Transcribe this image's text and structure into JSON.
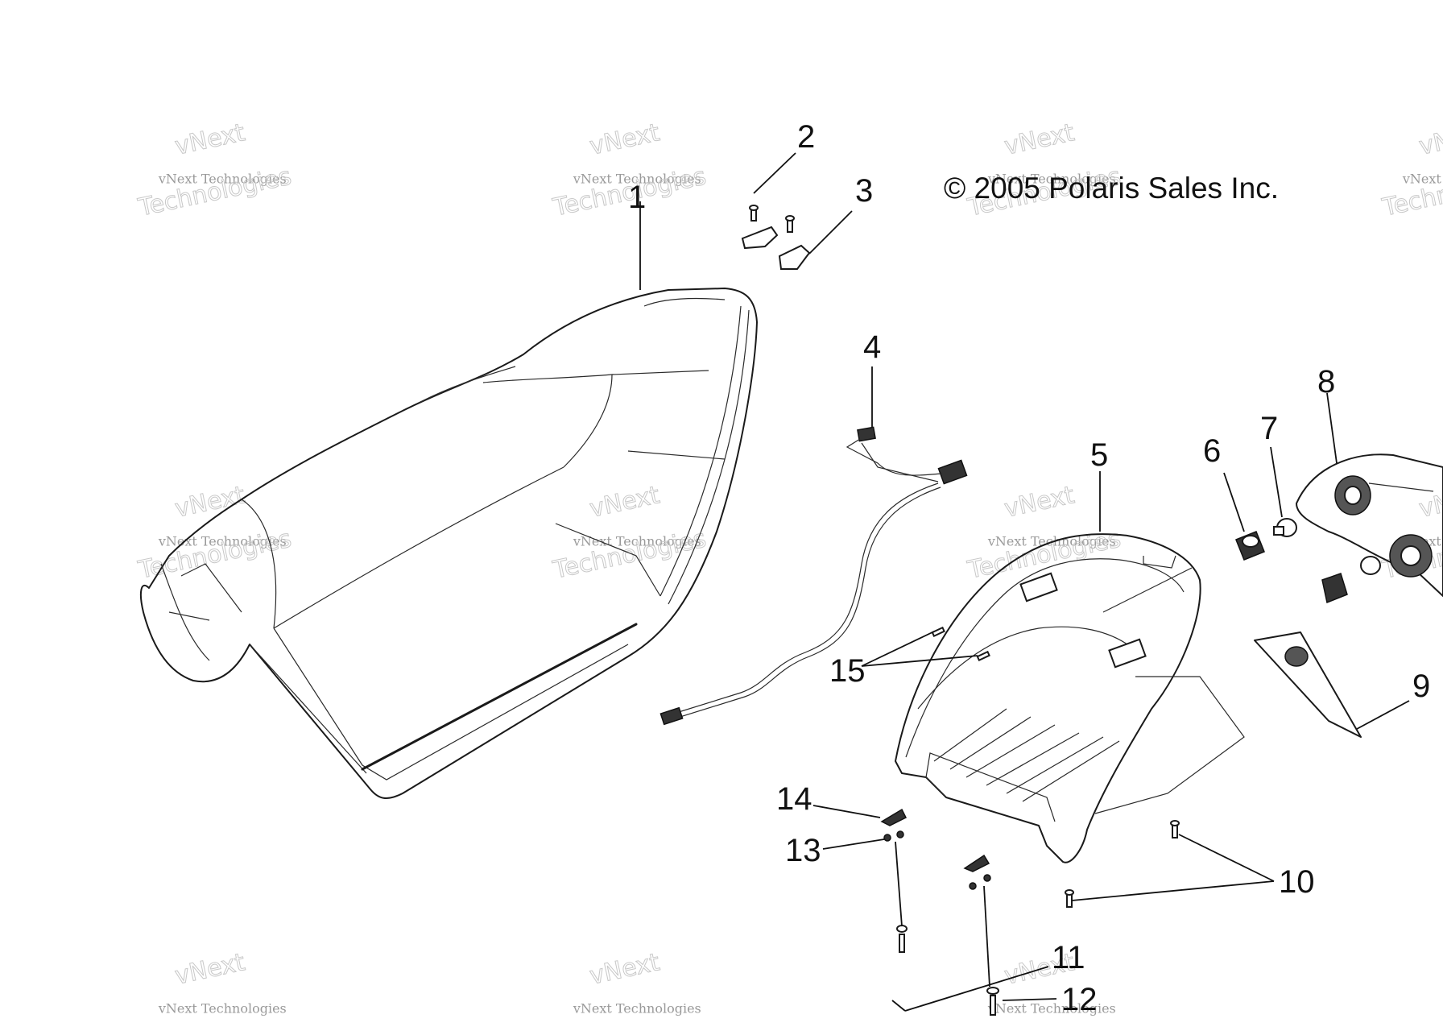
{
  "copyright": "© 2005 Polaris Sales Inc.",
  "watermark": {
    "line1": "vNext Technologies",
    "line2": "vNext",
    "line3": "Technologies"
  },
  "callouts": [
    "1",
    "2",
    "3",
    "4",
    "5",
    "6",
    "7",
    "8",
    "9",
    "10",
    "11",
    "12",
    "13",
    "14",
    "15"
  ],
  "colors": {
    "ink": "#111111",
    "watermark": "#9a9a9a",
    "background": "#ffffff"
  }
}
